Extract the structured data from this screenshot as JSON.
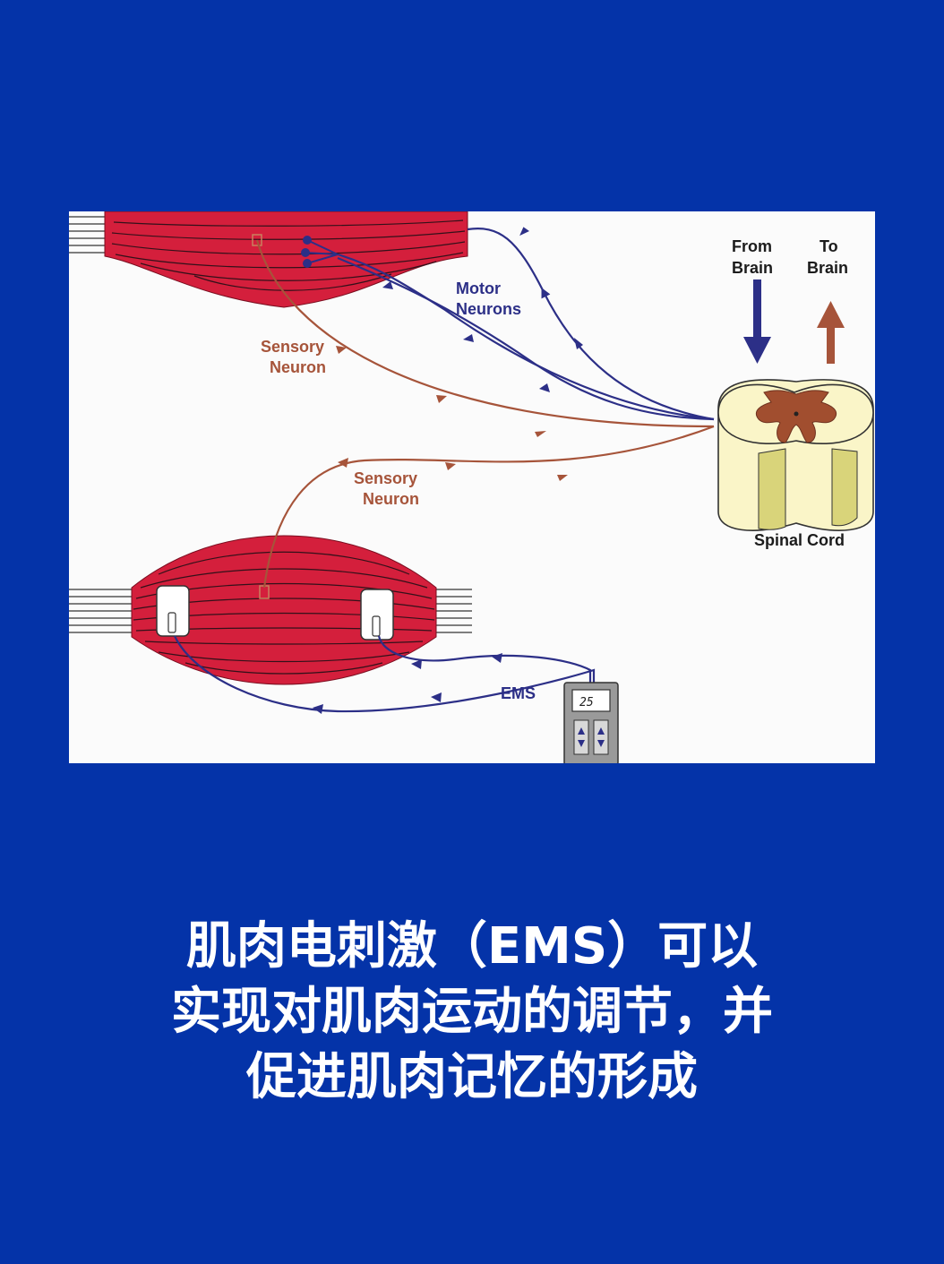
{
  "diagram": {
    "labels": {
      "from_brain": [
        "From",
        "Brain"
      ],
      "to_brain": [
        "To",
        "Brain"
      ],
      "motor_neurons": [
        "Motor",
        "Neurons"
      ],
      "sensory_neuron_top": [
        "Sensory",
        "Neuron"
      ],
      "sensory_neuron_bottom": [
        "Sensory",
        "Neuron"
      ],
      "spinal_cord": "Spinal Cord",
      "ems": "EMS",
      "device_display": "25"
    },
    "colors": {
      "page_background": "#0433a8",
      "panel_background": "#fbfbfb",
      "muscle": "#d41f3c",
      "motor_neuron": "#2c2f87",
      "sensory_neuron": "#a6543a",
      "cord_body": "#faf5c8",
      "cord_grey_matter": "#a14e2f",
      "device": "#9a9a9a"
    }
  },
  "caption": {
    "lines": [
      "肌肉电刺激（EMS）可以",
      "实现对肌肉运动的调节，并",
      "促进肌肉记忆的形成"
    ]
  }
}
